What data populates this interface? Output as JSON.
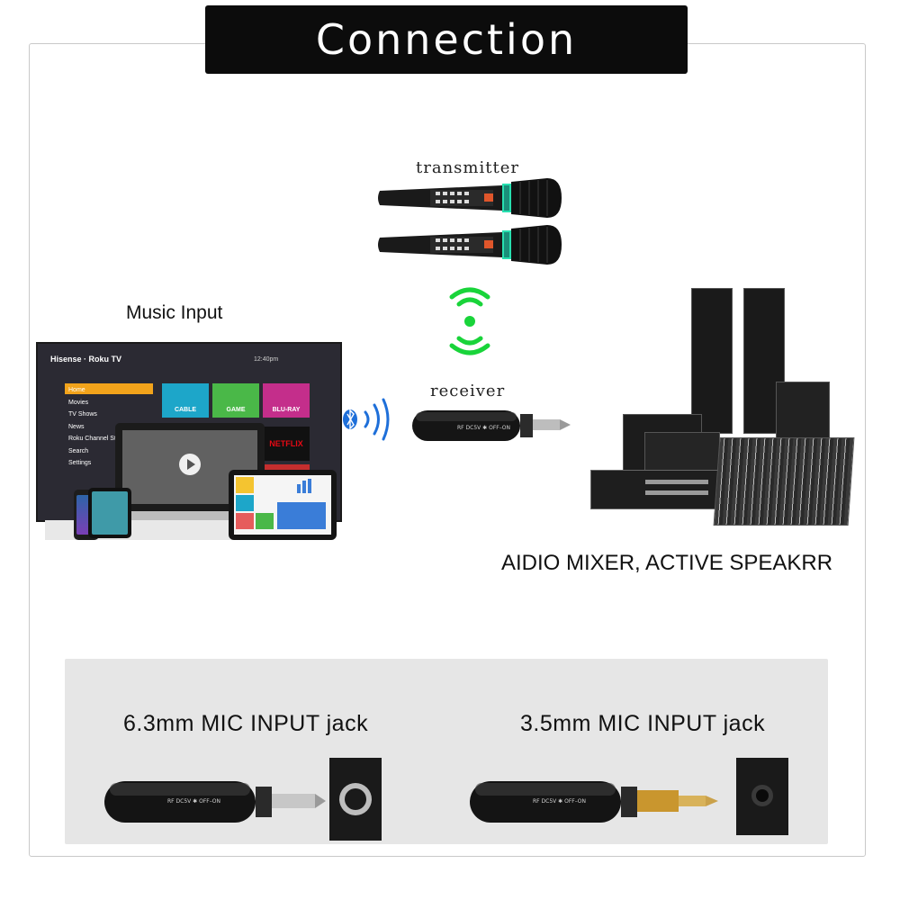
{
  "header": {
    "title": "Connection"
  },
  "labels": {
    "transmitter": "transmitter",
    "receiver": "receiver",
    "music_input": "Music Input",
    "mixer": "AIDIO MIXER, ACTIVE SPEAKRR",
    "jack_63": "6.3mm MIC INPUT jack",
    "jack_35": "3.5mm MIC INPUT jack"
  },
  "tv": {
    "brand": "Hisense · Roku TV",
    "time": "12:40pm",
    "menu": [
      "Home",
      "Movies",
      "TV Shows",
      "News",
      "Roku Channel Store",
      "Search",
      "Settings"
    ],
    "tiles": [
      "CABLE",
      "GAME",
      "BLU-RAY",
      "NETFLIX"
    ]
  },
  "device_markings": {
    "receiver_text": "RF  DC5V  ✱  OFF–ON"
  },
  "colors": {
    "signal_green": "#19d43a",
    "bluetooth_blue": "#1e6fd9",
    "ring_teal": "#27e0b0"
  }
}
